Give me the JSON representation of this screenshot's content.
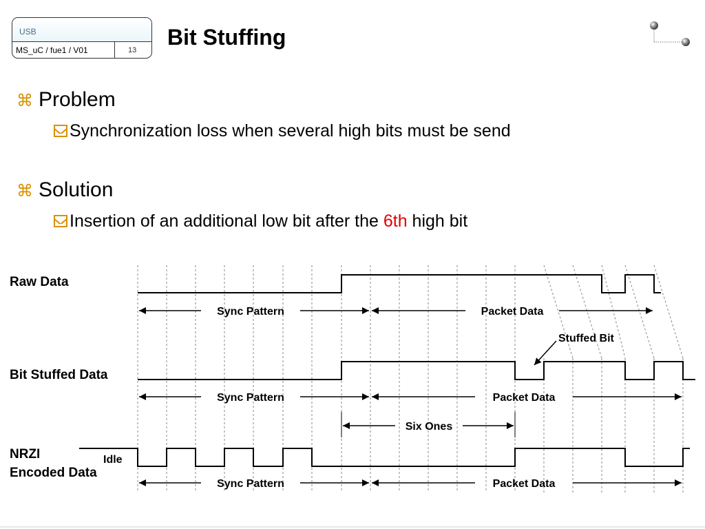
{
  "header": {
    "course": "USB",
    "doc_id": "MS_uC / fue1 / V01",
    "page": "13"
  },
  "title": "Bit Stuffing",
  "bullets": [
    {
      "heading": "Problem",
      "sub": [
        {
          "text": "Synchronization loss when several high bits must be send"
        }
      ]
    },
    {
      "heading": "Solution",
      "sub": [
        {
          "pre": "Insertion of an additional low bit after the ",
          "highlight": "6th",
          "post": " high bit"
        }
      ]
    }
  ],
  "diagram": {
    "rows": {
      "raw": "Raw Data",
      "stuffed": "Bit Stuffed Data",
      "nrzi_1": "NRZI",
      "nrzi_2": "Encoded Data",
      "idle": "Idle"
    },
    "spans": {
      "sync": "Sync Pattern",
      "packet": "Packet Data",
      "six_ones": "Six Ones"
    },
    "callout": "Stuffed Bit"
  },
  "colors": {
    "accent": "#d89000",
    "highlight": "#e00000"
  }
}
